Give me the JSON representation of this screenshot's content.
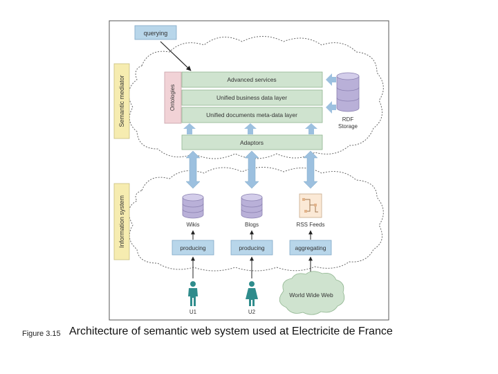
{
  "diagram": {
    "querying": "querying",
    "semantic_mediator": "Semantic mediator",
    "ontologies": "Ontologies",
    "layers": {
      "advanced": "Advanced services",
      "business": "Unified business data layer",
      "metadata": "Unified documents meta-data layer"
    },
    "rdf_storage_line1": "RDF",
    "rdf_storage_line2": "Storage",
    "adaptors": "Adaptors",
    "information_system": "Information system",
    "sources": {
      "wikis": "Wikis",
      "blogs": "Blogs",
      "rss": "RSS Feeds"
    },
    "actions": {
      "producing1": "producing",
      "producing2": "producing",
      "aggregating": "aggregating"
    },
    "users": {
      "u1": "U1",
      "u2": "U2"
    },
    "www": "World Wide Web",
    "colors": {
      "layer_green": "#cfe3cf",
      "blue_box": "#b8d6ea",
      "yellow_label": "#f6ecb0",
      "pink_ontology": "#f1d2d6",
      "db_purple": "#b9b0d8",
      "arrow_blue": "#9cc0df",
      "person_teal": "#2f8c8c"
    }
  },
  "caption": {
    "label": "Figure 3.15",
    "text": "Architecture of semantic web system used at Electricite de France"
  }
}
